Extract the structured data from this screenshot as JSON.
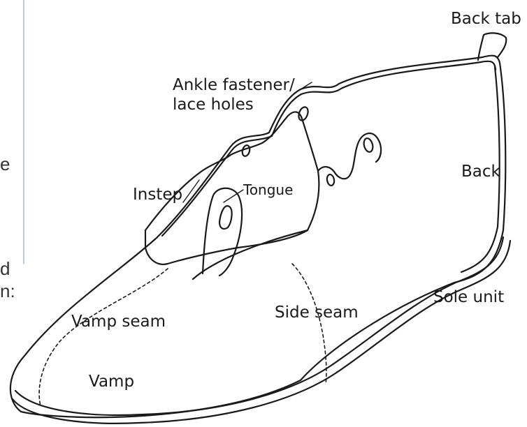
{
  "diagram": {
    "labels": {
      "back_tab": "Back tab",
      "ankle_fastener_line1": "Ankle fastener/",
      "ankle_fastener_line2": "lace holes",
      "instep": "Instep",
      "tongue": "Tongue",
      "back": "Back",
      "sole_unit": "Sole unit",
      "vamp_seam": "Vamp seam",
      "side_seam": "Side seam",
      "vamp": "Vamp"
    },
    "edge_text": {
      "fragment_e": "e",
      "fragment_d": "d",
      "fragment_n": "n:"
    },
    "colors": {
      "outline": "#1a1a1a",
      "margin_rule": "#9aa3c0",
      "background": "#ffffff"
    }
  }
}
